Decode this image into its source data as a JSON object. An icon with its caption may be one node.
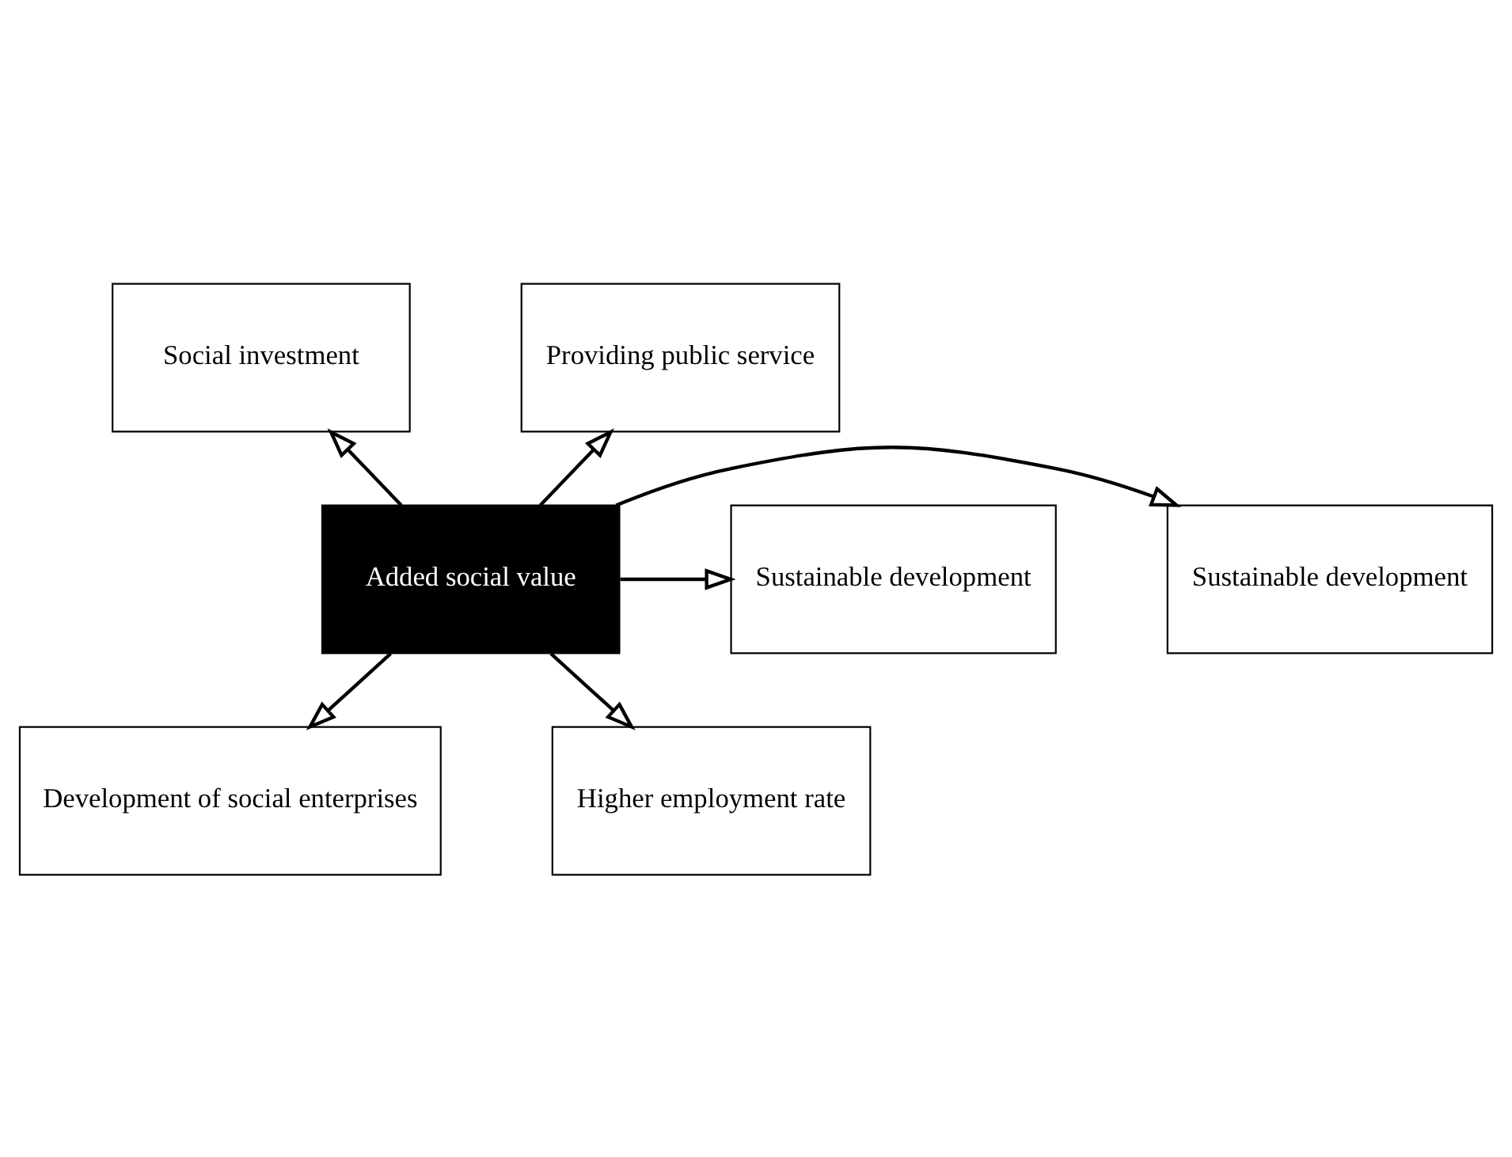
{
  "diagram": {
    "nodes": [
      {
        "text": [
          "Social investment"
        ]
      },
      {
        "text": [
          "Providing public service"
        ]
      },
      {
        "text": [
          "Sustainable development"
        ]
      },
      {
        "text": [
          "Added social value"
        ]
      },
      {
        "text": [
          "Sustainable development"
        ]
      },
      {
        "text": [
          "Development of social enterprises"
        ]
      },
      {
        "text": [
          "Higher employment rate"
        ]
      }
    ],
    "edges": [
      {
        "from": 3,
        "to": 0,
        "arrow": "to"
      },
      {
        "from": 3,
        "to": 1,
        "arrow": "to"
      },
      {
        "from": 3,
        "to": 2,
        "arrow": "to"
      },
      {
        "from": 3,
        "to": 4,
        "arrow": "to"
      },
      {
        "from": 3,
        "to": 5,
        "arrow": "to"
      },
      {
        "from": 3,
        "to": 6,
        "arrow": "to"
      }
    ]
  }
}
